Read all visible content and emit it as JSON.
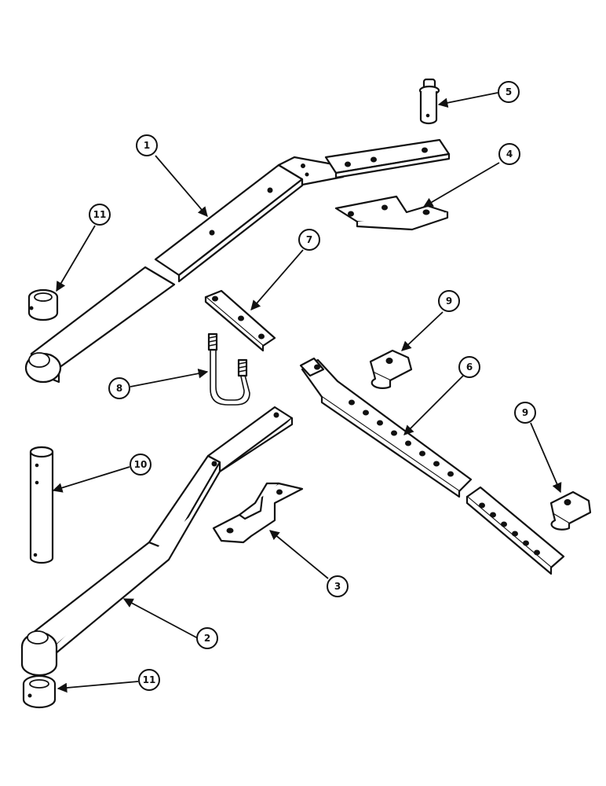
{
  "callouts": [
    {
      "id": "c1",
      "label": "1"
    },
    {
      "id": "c2",
      "label": "2"
    },
    {
      "id": "c3",
      "label": "3"
    },
    {
      "id": "c4",
      "label": "4"
    },
    {
      "id": "c5",
      "label": "5"
    },
    {
      "id": "c6",
      "label": "6"
    },
    {
      "id": "c7",
      "label": "7"
    },
    {
      "id": "c8",
      "label": "8"
    },
    {
      "id": "c9a",
      "label": "9"
    },
    {
      "id": "c9b",
      "label": "9"
    },
    {
      "id": "c10",
      "label": "10"
    },
    {
      "id": "c11a",
      "label": "11"
    },
    {
      "id": "c11b",
      "label": "11"
    }
  ],
  "colors": {
    "ink": "#111111",
    "paper": "#ffffff"
  }
}
